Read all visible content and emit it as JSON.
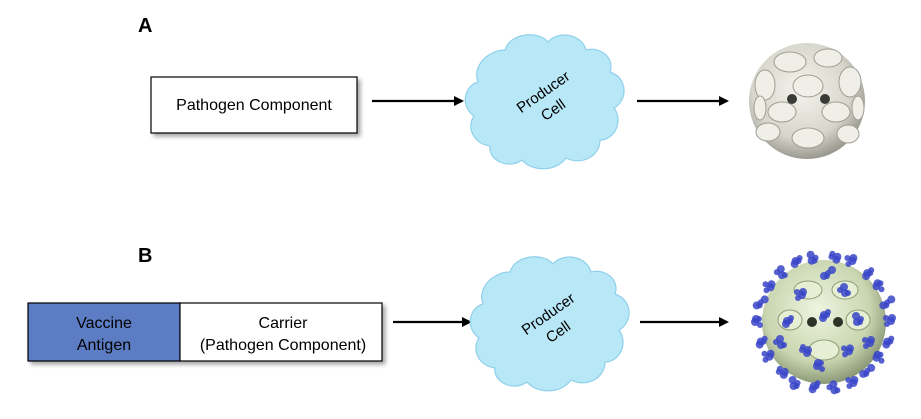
{
  "panels": [
    {
      "letter": "A",
      "input_box": {
        "label": "Pathogen Component"
      },
      "cell": {
        "line1": "Producer",
        "line2": "Cell"
      },
      "output": {
        "icon": "virus-like-particle-icon"
      }
    },
    {
      "letter": "B",
      "antigen_box": {
        "line1": "Vaccine",
        "line2": "Antigen"
      },
      "carrier_box": {
        "line1": "Carrier",
        "line2": "(Pathogen Component)"
      },
      "cell": {
        "line1": "Producer",
        "line2": "Cell"
      },
      "output": {
        "icon": "decorated-virus-like-particle-icon"
      }
    }
  ],
  "colors": {
    "cell_fill": "#b8e8f8",
    "cell_stroke": "#8fd0ea",
    "antigen_fill": "#5b7cc4",
    "particle_fill": "#dcdcd4",
    "particle_shadow": "#8a8a82",
    "antigen_protein": "#3a46c8"
  }
}
